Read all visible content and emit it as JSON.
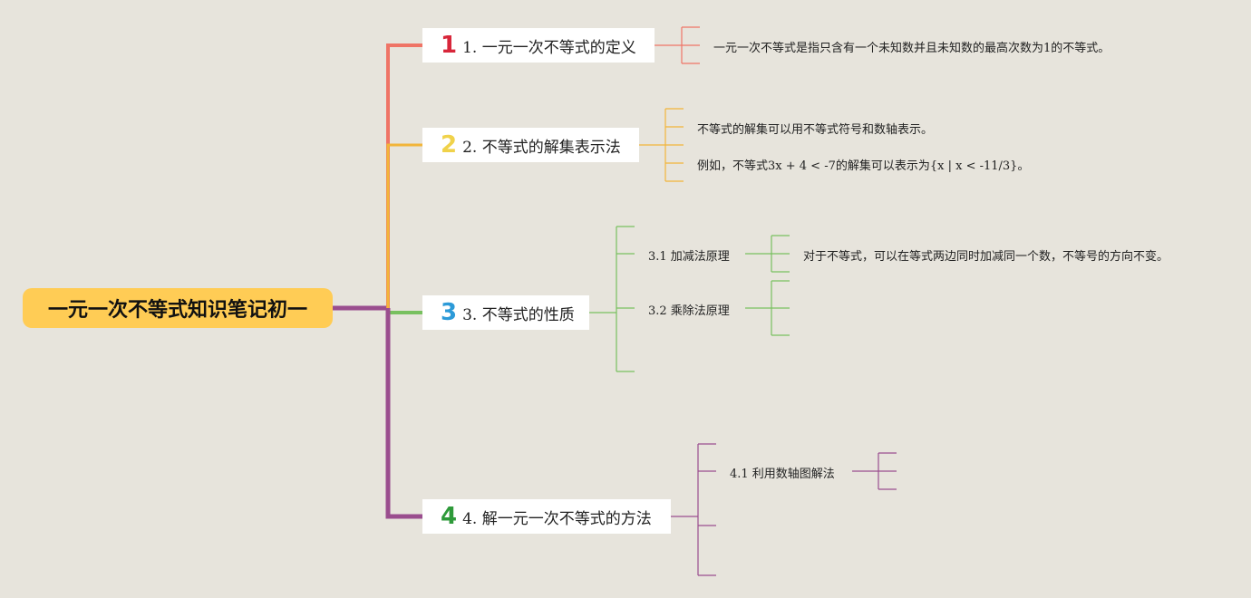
{
  "root": {
    "title": "一元一次不等式知识笔记初一"
  },
  "colors": {
    "branch1": "#ef7466",
    "branch2": "#f2b53a",
    "branch3": "#78c05f",
    "branch4": "#9a4d8e",
    "badge1": "#d8263a",
    "badge2": "#f0d24a",
    "badge3": "#2c9ad8",
    "badge4": "#2e9a3a"
  },
  "topics": [
    {
      "badge": "1",
      "label": "1. 一元一次不等式的定义"
    },
    {
      "badge": "2",
      "label": "2. 不等式的解集表示法"
    },
    {
      "badge": "3",
      "label": "3. 不等式的性质"
    },
    {
      "badge": "4",
      "label": "4. 解一元一次不等式的方法"
    }
  ],
  "topic1_notes": [
    "一元一次不等式是指只含有一个未知数并且未知数的最高次数为1的不等式。"
  ],
  "topic2_notes": [
    "不等式的解集可以用不等式符号和数轴表示。",
    "例如，不等式3x + 4 < -7的解集可以表示为{x | x < -11/3}。"
  ],
  "topic3_subs": [
    {
      "label": "3.1 加减法原理",
      "note": "对于不等式，可以在等式两边同时加减同一个数，不等号的方向不变。"
    },
    {
      "label": "3.2 乘除法原理"
    }
  ],
  "topic4_subs": [
    {
      "label": "4.1 利用数轴图解法"
    }
  ]
}
